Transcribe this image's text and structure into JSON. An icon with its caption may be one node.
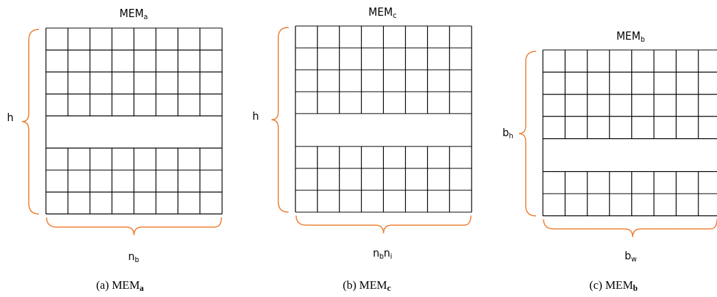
{
  "diagram": {
    "labels": [
      "MEM$_{a}$",
      "MEM$_{c}$",
      "MEM$_{b}$",
      "h",
      "h",
      "b$_{h}$",
      "n$_{b}$",
      "n$_{b}$n$_{i}$",
      "b$_{w}$",
      "(a) MEM$_{a}$",
      "(b) MEM$_{c}$",
      "(c) MEM$_{b}$"
    ]
  }
}
